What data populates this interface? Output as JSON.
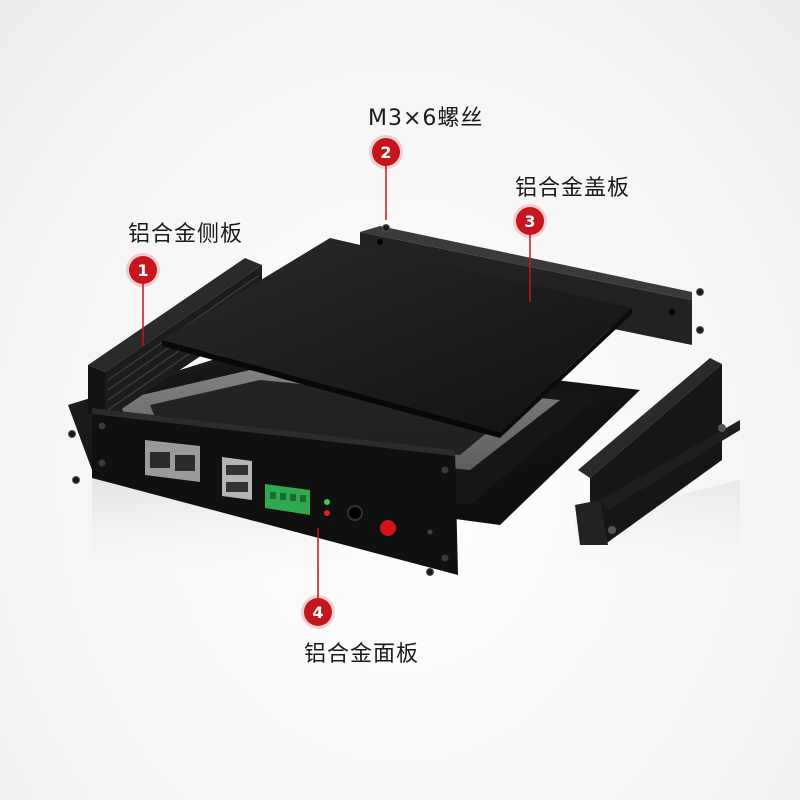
{
  "callouts": [
    {
      "number": "1",
      "label": "铝合金侧板"
    },
    {
      "number": "2",
      "label": "M3×6螺丝"
    },
    {
      "number": "3",
      "label": "铝合金盖板"
    },
    {
      "number": "4",
      "label": "铝合金面板"
    }
  ],
  "colors": {
    "badge": "#c4161c",
    "metal": "#1b1b1b",
    "terminal": "#2fa84f",
    "led_green": "#3cd14a",
    "led_red": "#e02020",
    "button": "#d4141a"
  }
}
